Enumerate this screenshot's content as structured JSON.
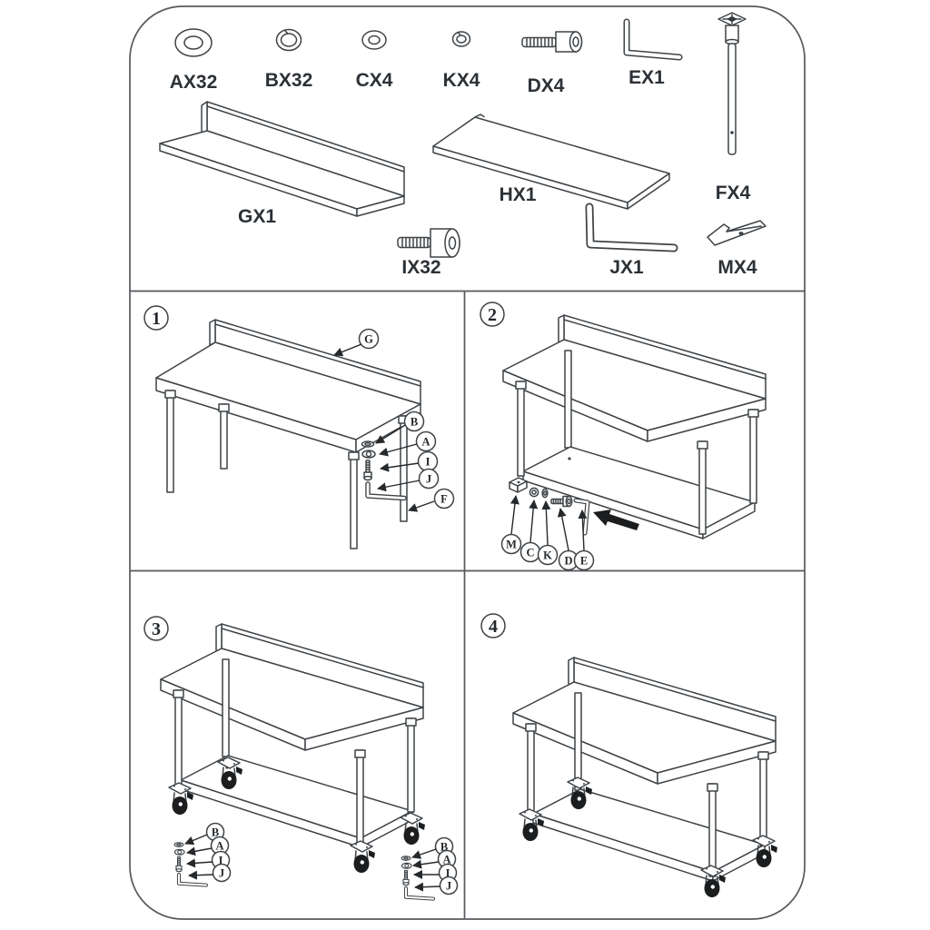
{
  "sheet": {
    "background": "#ffffff",
    "line_color": "#3e4347",
    "text_color": "#2c3136",
    "wheel_color": "#1b1d1f"
  },
  "parts_list": {
    "items": [
      {
        "id": "AX32",
        "icon": "flat-washer-icon"
      },
      {
        "id": "BX32",
        "icon": "spring-washer-icon"
      },
      {
        "id": "CX4",
        "icon": "flat-washer-small-icon"
      },
      {
        "id": "KX4",
        "icon": "spring-washer-small-icon"
      },
      {
        "id": "DX4",
        "icon": "socket-head-bolt-icon"
      },
      {
        "id": "EX1",
        "icon": "hex-key-icon"
      },
      {
        "id": "FX4",
        "icon": "table-leg-icon"
      },
      {
        "id": "GX1",
        "icon": "backsplash-panel-icon"
      },
      {
        "id": "HX1",
        "icon": "undershelf-panel-icon"
      },
      {
        "id": "IX32",
        "icon": "socket-head-bolt-large-icon"
      },
      {
        "id": "JX1",
        "icon": "hex-key-large-icon"
      },
      {
        "id": "MX4",
        "icon": "shelf-clip-icon"
      }
    ]
  },
  "steps": {
    "step1": {
      "number": "1",
      "callouts": {
        "g": "G",
        "b": "B",
        "a": "A",
        "i": "I",
        "j": "J",
        "f": "F"
      }
    },
    "step2": {
      "number": "2",
      "callouts": {
        "m": "M",
        "c": "C",
        "k": "K",
        "d": "D",
        "e": "E"
      }
    },
    "step3": {
      "number": "3",
      "callouts_left": {
        "b": "B",
        "a": "A",
        "i": "I",
        "j": "J"
      },
      "callouts_right": {
        "b": "B",
        "a": "A",
        "i": "I",
        "j": "J"
      }
    },
    "step4": {
      "number": "4"
    }
  }
}
